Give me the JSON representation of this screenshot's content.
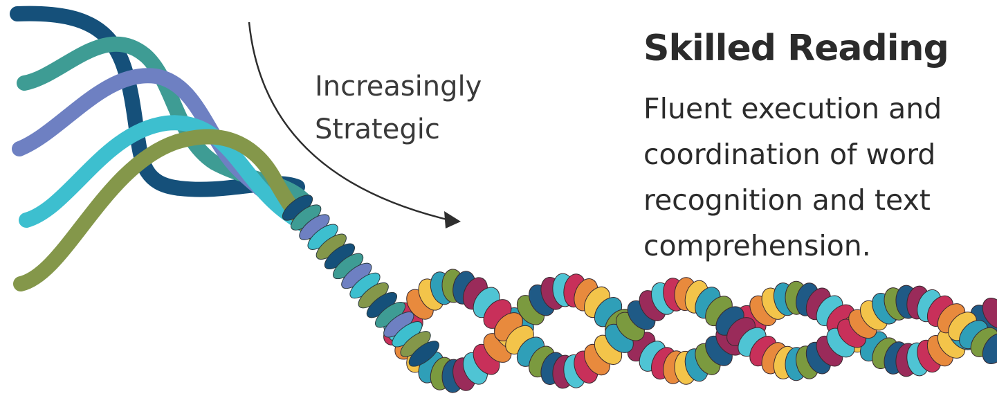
{
  "arrow_label": {
    "lines": [
      "Increasingly",
      "Strategic"
    ]
  },
  "title": "Skilled Reading",
  "description_lines": [
    "Fluent execution and",
    "coordination of word",
    "recognition and text",
    "comprehension."
  ],
  "colors": {
    "strands": [
      "#15507a",
      "#3e9c94",
      "#6e80c2",
      "#3dbfcf",
      "#84974a"
    ],
    "braid": [
      "#c8305a",
      "#e88a3d",
      "#f3c44a",
      "#2f9fb8",
      "#7b9a3f",
      "#1f5a86",
      "#9a2b5a",
      "#4fc4d4"
    ],
    "arrow": "#2e2e2e",
    "text": "#2b2b2b"
  }
}
